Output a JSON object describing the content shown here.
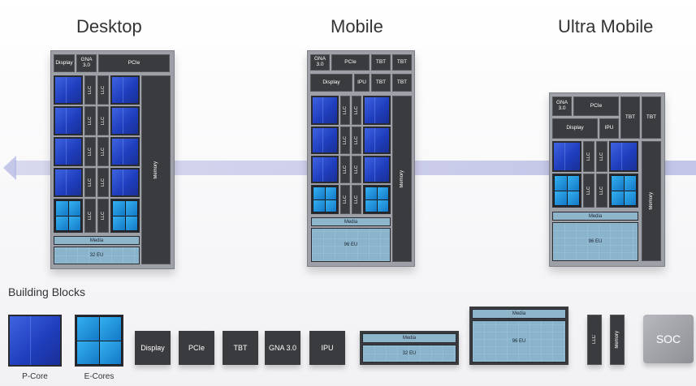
{
  "titles": {
    "desktop": "Desktop",
    "mobile": "Mobile",
    "ultra": "Ultra Mobile"
  },
  "desktop": {
    "display": "Display",
    "gna": "GNA\n3.0",
    "pcie": "PCIe",
    "llc": "LLC",
    "media": "Media",
    "gpu": "32 EU",
    "memory": "Memory"
  },
  "mobile": {
    "gna": "GNA\n3.0",
    "pcie": "PCIe",
    "tbt": "TBT",
    "display": "Display",
    "ipu": "IPU",
    "llc": "LLC",
    "media": "Media",
    "gpu": "96 EU",
    "memory": "Memory"
  },
  "ultra": {
    "gna": "GNA\n3.0",
    "pcie": "PCIe",
    "tbt": "TBT",
    "display": "Display",
    "ipu": "IPU",
    "llc": "LLC",
    "media": "Media",
    "gpu": "96 EU",
    "memory": "Memory"
  },
  "building_blocks": {
    "heading": "Building Blocks",
    "pcore": "P-Core",
    "ecores": "E-Cores",
    "display": "Display",
    "pcie": "PCIe",
    "tbt": "TBT",
    "gna": "GNA 3.0",
    "ipu": "IPU",
    "media_small": "Media",
    "gpu_small": "32 EU",
    "media_large": "Media",
    "gpu_large": "96 EU",
    "llc": "LLC",
    "memory": "Memory",
    "soc": "SOC"
  }
}
